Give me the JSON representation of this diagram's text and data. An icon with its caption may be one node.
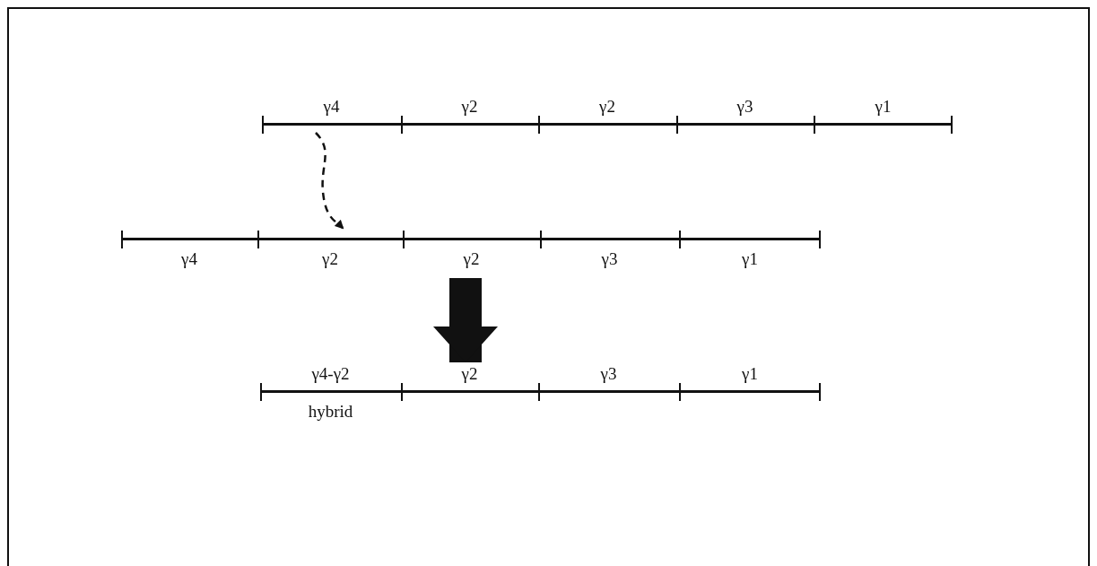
{
  "diagram": {
    "nodes": [
      {
        "text": [
          "γ4"
        ]
      },
      {
        "text": [
          "γ2"
        ]
      },
      {
        "text": [
          "γ2"
        ]
      },
      {
        "text": [
          "γ3"
        ]
      },
      {
        "text": [
          "γ1"
        ]
      },
      {
        "text": [
          "γ4"
        ]
      },
      {
        "text": [
          "γ2"
        ]
      },
      {
        "text": [
          "γ2"
        ]
      },
      {
        "text": [
          "γ3"
        ]
      },
      {
        "text": [
          "γ1"
        ]
      },
      {
        "text": [
          "γ4-γ2",
          "hybrid"
        ]
      },
      {
        "text": [
          "γ2"
        ]
      },
      {
        "text": [
          "γ3"
        ]
      },
      {
        "text": [
          "γ1"
        ]
      }
    ],
    "edges": [
      {
        "from": 0,
        "to": 6,
        "arrow": "to",
        "style": "dashed"
      },
      {
        "from": 7,
        "to": 11,
        "arrow": "to",
        "style": "thick"
      }
    ]
  }
}
